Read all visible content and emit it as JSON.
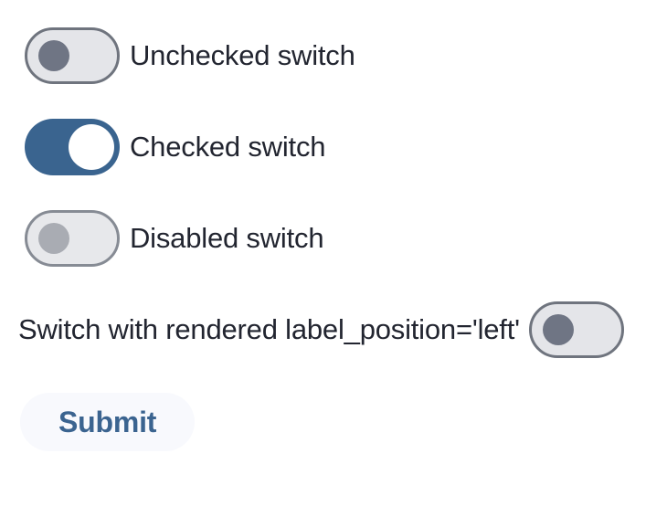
{
  "page": {
    "background": "#ffffff"
  },
  "switches": [
    {
      "label": "Unchecked switch",
      "state": "unchecked",
      "disabled": false,
      "label_position": "right"
    },
    {
      "label": "Checked switch",
      "state": "checked",
      "disabled": false,
      "label_position": "right"
    },
    {
      "label": "Disabled switch",
      "state": "unchecked",
      "disabled": true,
      "label_position": "right"
    },
    {
      "label": "Switch with rendered label_position='left'",
      "state": "unchecked",
      "disabled": false,
      "label_position": "left"
    }
  ],
  "submit": {
    "label": "Submit"
  },
  "colors": {
    "checked_track": "#3a648f",
    "unchecked_track": "#e4e5e9",
    "track_border": "#6f747e",
    "unchecked_thumb": "#6f7584",
    "checked_thumb": "#ffffff",
    "disabled_track": "#e7e8eb",
    "disabled_border": "#868b94",
    "disabled_thumb": "#a9acb3",
    "label_text": "#222530",
    "submit_bg": "#f8f9fd",
    "submit_text": "#3b6490"
  }
}
